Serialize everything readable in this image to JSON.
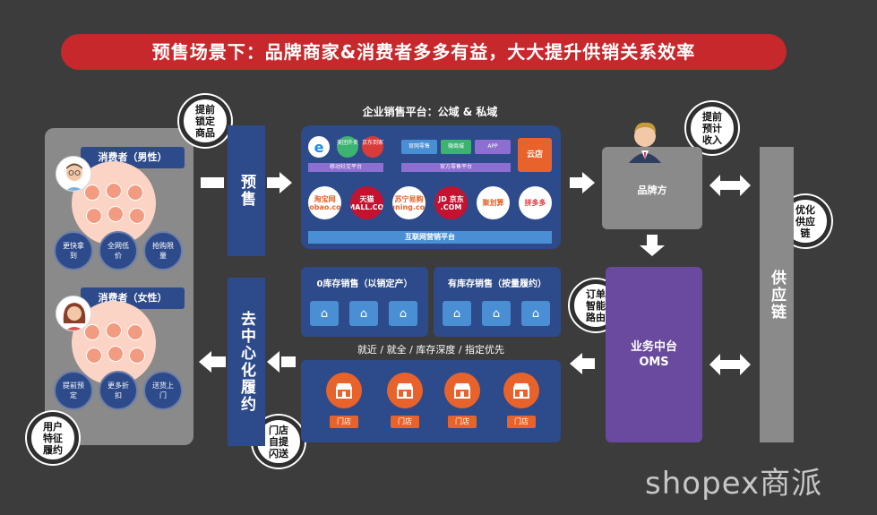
{
  "title": "预售场景下：品牌商家&消费者多多有益，大大提升供销关系效率",
  "consumer": {
    "male_label": "消费者（男性）",
    "female_label": "消费者（女性）",
    "male_badges": [
      "更快拿到",
      "全网低价",
      "抢购限量"
    ],
    "female_badges": [
      "提前预定",
      "更多折扣",
      "送货上门"
    ]
  },
  "callouts": {
    "lock_goods": "提前锁定商品",
    "user_feature": "用户特征履约",
    "store_pickup": "门店自提闪送",
    "income": "提前预计收入",
    "order_route": "订单智能路由",
    "optimize_supply": "优化供应链"
  },
  "bars": {
    "presale": "预售",
    "decentral": "去中心化履约",
    "supply_chain": "供应链"
  },
  "platform": {
    "title": "企业销售平台：公域 & 私域",
    "chips_left": [
      "美团外卖",
      "京东到家"
    ],
    "chips_mid": [
      "官网零售",
      "微商城",
      "APP"
    ],
    "store_chip": "云店",
    "mobile_label": "移动社交平台",
    "official_label": "官方零售平台",
    "brands": [
      "淘宝网 taobao.com",
      "天猫 TMALL.COM",
      "苏宁易购 suning.com",
      "JD 京东 .COM",
      "聚划算",
      "拼多多"
    ],
    "footer": "互联网营销平台"
  },
  "inventory": {
    "zero_stock": "0库存销售（以销定产）",
    "has_stock": "有库存销售（按量履约）",
    "priority": "就近 / 就全 / 库存深度 / 指定优先"
  },
  "stores": [
    "门店",
    "门店",
    "门店",
    "门店"
  ],
  "brand_side": "品牌方",
  "oms": "业务中台 OMS",
  "logo": "shopex商派",
  "colors": {
    "banner": "#c7282b",
    "navy": "#2d4a8a",
    "purple": "#6a4a9e",
    "orange": "#e8632b"
  }
}
